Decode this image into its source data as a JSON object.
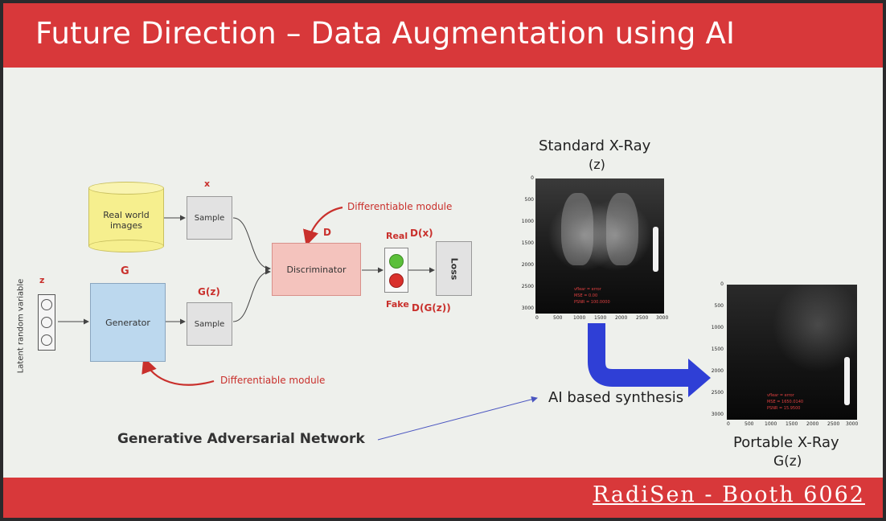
{
  "slide": {
    "title": "Future Direction – Data Augmentation using AI",
    "footer": "RadiSen - Booth 6062"
  },
  "gan": {
    "latent_label": "Latent random variable",
    "z_label": "z",
    "g_label": "G",
    "generator": "Generator",
    "real_world": "Real world images",
    "x_label": "x",
    "sample_top": "Sample",
    "sample_bottom": "Sample",
    "gz_label": "G(z)",
    "d_label": "D",
    "discriminator": "Discriminator",
    "diff_module_top": "Differentiable module",
    "diff_module_bottom": "Differentiable module",
    "real": "Real",
    "fake": "Fake",
    "dx": "D(x)",
    "dgz": "D(G(z))",
    "loss": "Loss",
    "caption": "Generative Adversarial Network",
    "colors": {
      "real_light": "#5bbf3a",
      "fake_light": "#d9302c"
    }
  },
  "xray": {
    "standard_title": "Standard X-Ray",
    "standard_sub": "(z)",
    "portable_title": "Portable X-Ray",
    "portable_sub": "G(z)",
    "synthesis": "AI based synthesis",
    "y_ticks": [
      "0",
      "500",
      "1000",
      "1500",
      "2000",
      "2500",
      "3000"
    ],
    "x_ticks": [
      "0",
      "500",
      "1000",
      "1500",
      "2000",
      "2500",
      "3000"
    ],
    "overlay_lines": [
      "vflear = error",
      "MSE = 0.00",
      "PSNR = 100.0000"
    ],
    "overlay_lines_portable": [
      "vflear = error",
      "MSE = 1650.0140",
      "PSNR = 15.9500"
    ],
    "arrow_color": "#2f3fd6"
  }
}
